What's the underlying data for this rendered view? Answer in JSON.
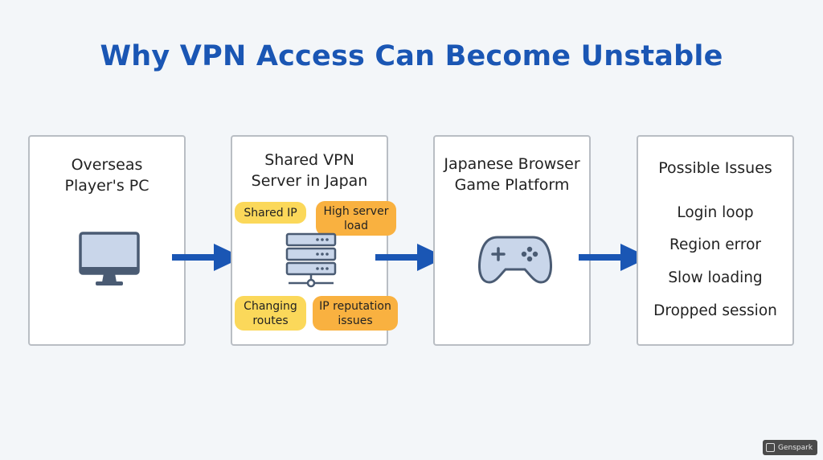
{
  "title": "Why VPN Access Can Become Unstable",
  "boxes": {
    "pc": {
      "title_line1": "Overseas",
      "title_line2": "Player's PC",
      "icon": "monitor-icon"
    },
    "vpn": {
      "title_line1": "Shared VPN",
      "title_line2": "Server in Japan",
      "icon": "server-icon",
      "tags": {
        "shared_ip": "Shared IP",
        "high_load_line1": "High server",
        "high_load_line2": "load",
        "changing_routes_line1": "Changing",
        "changing_routes_line2": "routes",
        "ip_reputation_line1": "IP reputation",
        "ip_reputation_line2": "issues"
      }
    },
    "platform": {
      "title_line1": "Japanese Browser",
      "title_line2": "Game Platform",
      "icon": "gamepad-icon"
    },
    "issues": {
      "title": "Possible Issues",
      "items": [
        "Login loop",
        "Region error",
        "Slow loading",
        "Dropped session"
      ]
    }
  },
  "watermark": "Genspark",
  "colors": {
    "title": "#1a56b4",
    "arrow": "#1a56b4",
    "tag_yellow": "#fbd85a",
    "tag_orange": "#f9b140",
    "icon_fill": "#c9d6ea",
    "icon_stroke": "#4a5b73"
  }
}
